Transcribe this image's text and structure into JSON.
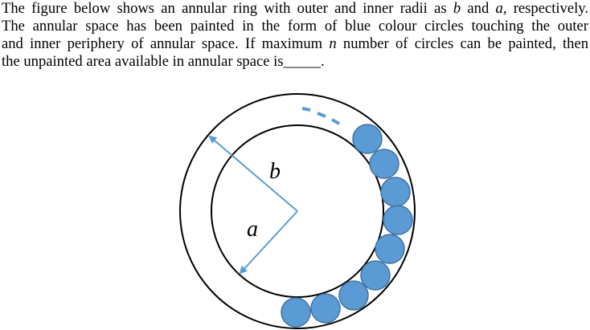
{
  "question": {
    "line1_pre": "The figure below shows an annular ring with outer and inner radii as ",
    "line1_b": "b",
    "line1_mid": " and ",
    "line1_a": "a",
    "line1_post": ", respectively.",
    "line2": "The annular space has been painted in the form of blue colour circles touching the outer",
    "line3_pre": "and inner periphery of annular space. If maximum ",
    "line3_n": "n",
    "line3_post": " number of circles can be painted, then",
    "line4": "the unpainted area available in annular space is_____."
  },
  "diagram": {
    "label_outer_radius": "b",
    "label_inner_radius": "a",
    "circle_fill": "#5b9bd5",
    "circle_stroke": "#41719c",
    "arrow_color": "#5b9bd5",
    "ring_stroke": "#000000",
    "painted_circle_count": 9
  }
}
